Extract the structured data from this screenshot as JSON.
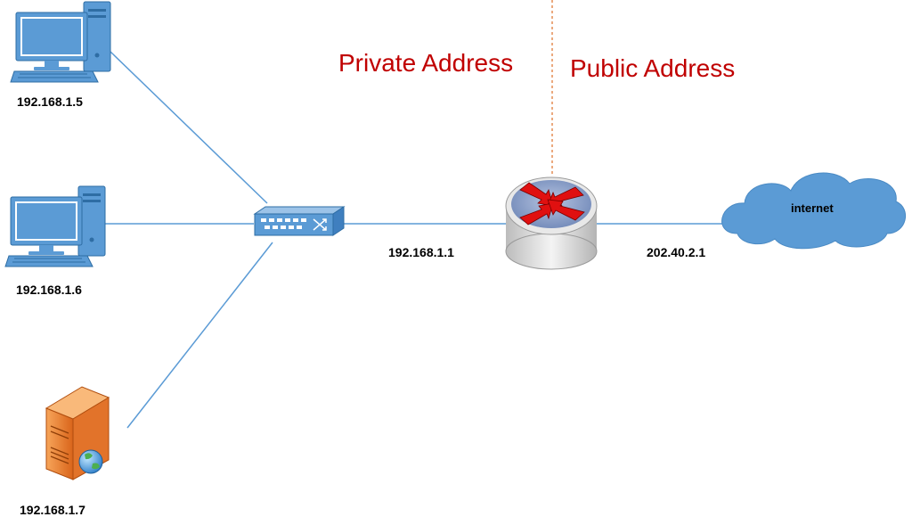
{
  "zones": {
    "private_label": "Private Address",
    "public_label": "Public Address",
    "label_color": "#c00000",
    "divider_color": "#e07b39"
  },
  "hosts": [
    {
      "ip": "192.168.1.5",
      "icon": "desktop-computer-icon"
    },
    {
      "ip": "192.168.1.6",
      "icon": "desktop-computer-icon"
    },
    {
      "ip": "192.168.1.7",
      "icon": "web-server-icon"
    }
  ],
  "switch": {
    "icon": "network-switch-icon"
  },
  "router": {
    "ip": "192.168.1.1",
    "icon": "router-icon"
  },
  "gateway": {
    "ip": "202.40.2.1"
  },
  "cloud": {
    "label": "internet",
    "icon": "internet-cloud-icon"
  },
  "colors": {
    "link": "#5b9bd5",
    "device_blue": "#5b9bd5",
    "server_orange": "#e8792b",
    "router_arrow": "#e01010"
  }
}
